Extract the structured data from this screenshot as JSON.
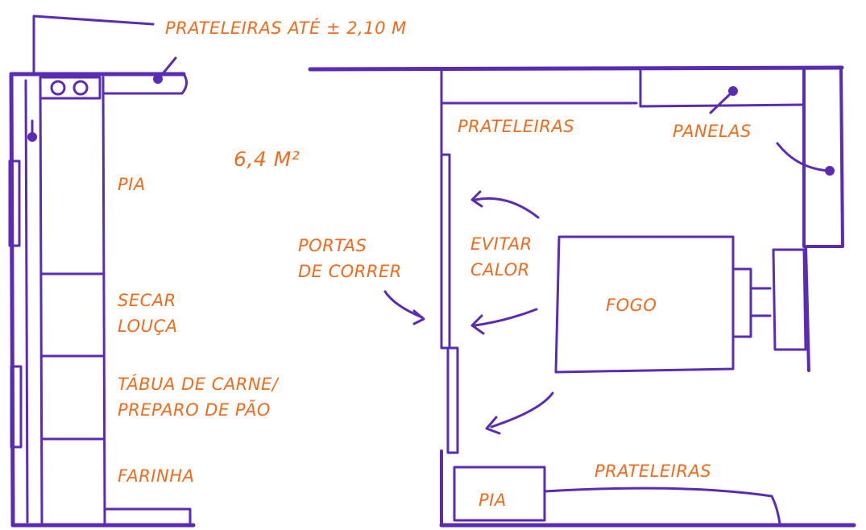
{
  "colors": {
    "ink": "#5b2bb5",
    "label": "#f26a1b",
    "paper": "#ffffff"
  },
  "plan": {
    "area": "6,4 M²",
    "shelves_height_note": "PRATELEIRAS ATÉ ± 2,10 M",
    "left_labels": {
      "sink": "PIA",
      "dish_drying": [
        "SECAR",
        "LOUÇA"
      ],
      "meat_board": [
        "TÁBUA DE CARNE/",
        "PREPARO DE PÃO"
      ],
      "flour": "FARINHA"
    },
    "sliding_doors": [
      "PORTAS",
      "DE CORRER"
    ],
    "avoid_heat": [
      "EVITAR",
      "CALOR"
    ],
    "right_labels": {
      "shelves_top": "PRATELEIRAS",
      "pans": "PANELAS",
      "stove": "FOGO",
      "shelves_bottom": "PRATELEIRAS",
      "sink_bottom": "PIA"
    }
  }
}
